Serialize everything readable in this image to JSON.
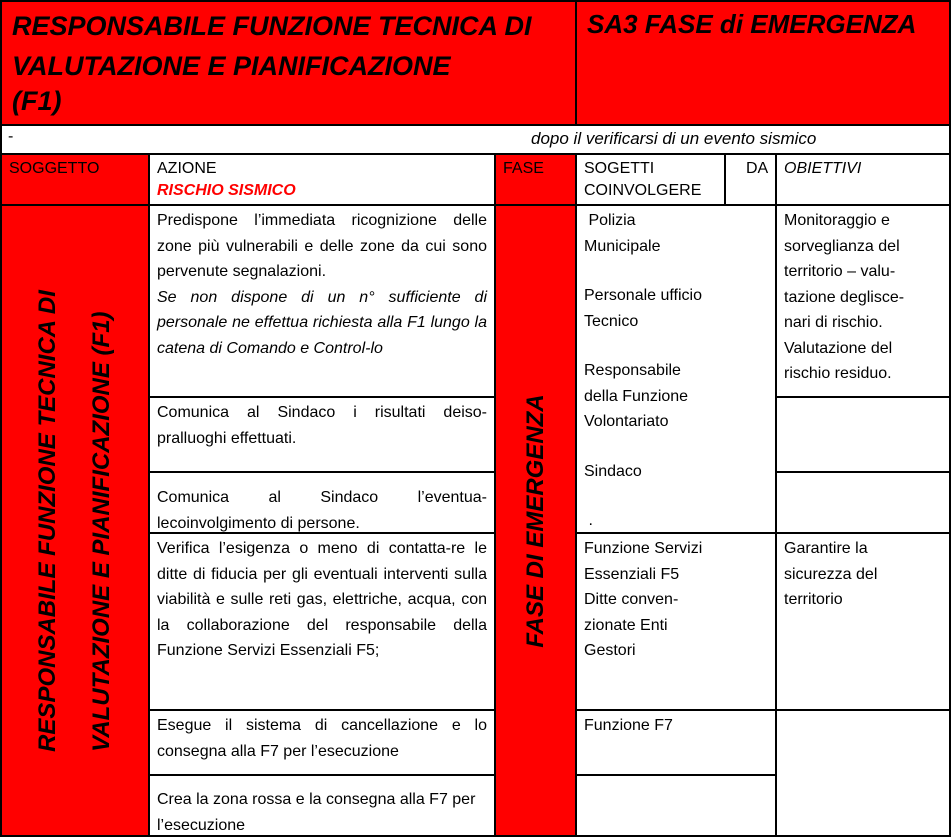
{
  "header": {
    "left_title_l1": "RESPONSABILE FUNZIONE TECNICA DI",
    "left_title_l2": "VALUTAZIONE E PIANIFICAZIONE",
    "left_title_l3": "(F1)",
    "right_title": "SA3 FASE di EMERGENZA"
  },
  "subheader": {
    "dash": "-",
    "text": "dopo il verificarsi di un evento sismico"
  },
  "columns": {
    "soggetto": "SOGGETTO",
    "azione": "AZIONE",
    "rischio": "RISCHIO SISMICO",
    "fase": "FASE",
    "soggetti_l1": "SOGETTI",
    "soggetti_l2": "COINVOLGERE",
    "da": "DA",
    "obiettivi": "OBIETTIVI"
  },
  "vertical": {
    "soggetto_l1": "RESPONSABILE  FUNZIONE TECNICA DI",
    "soggetto_l2": "VALUTAZIONE  E  PIANIFICAZIONE (F1)",
    "fase": "FASE  DI  EMERGENZA"
  },
  "actions": {
    "a1_p1": "Predispone l’immediata ricognizione delle zone più vulnerabili e delle zone da cui sono pervenute segnalazioni.",
    "a1_p2": "Se non dispone di un n° sufficiente di personale ne effettua richiesta alla F1 lungo la catena di Comando  e Control-lo",
    "a2": "Comunica al Sindaco i risultati deiso-pralluoghi effettuati.",
    "a3": "Comunica al Sindaco l’eventua-lecoinvolgimento di persone.",
    "a4": "Verifica l’esigenza o meno  di contatta-re le ditte di fiducia per gli eventuali interventi sulla viabilità e sulle reti gas, elettriche, acqua, con la collaborazione del responsabile della Funzione Servizi Essenziali F5;",
    "a5": "Esegue il sistema di cancellazione e lo consegna alla F7 per l’esecuzione",
    "a6": "Crea la zona rossa e la consegna alla F7 per l’esecuzione"
  },
  "subjects": {
    "s1_a": " Polizia",
    "s1_b": "Municipale",
    "s1_c": "Personale ufficio",
    "s1_d": "Tecnico",
    "s1_e": "Responsabile",
    "s1_f": "della Funzione",
    "s1_g": "Volontariato",
    "s1_h": "Sindaco",
    "s1_i": " .",
    "s2_a": "Funzione Servizi",
    "s2_b": "Essenziali F5",
    "s2_c": "Ditte conven-",
    "s2_d": "zionate Enti",
    "s2_e": "Gestori",
    "s3": "Funzione F7"
  },
  "objectives": {
    "o1_a": "Monitoraggio e",
    "o1_b": "sorveglianza del",
    "o1_c": "territorio – valu-",
    "o1_d": "tazione deglisce-",
    "o1_e": "nari di rischio.",
    "o1_f": "Valutazione del",
    "o1_g": "rischio residuo.",
    "o2_a": "Garantire la",
    "o2_b": "sicurezza del",
    "o2_c": "territorio"
  }
}
